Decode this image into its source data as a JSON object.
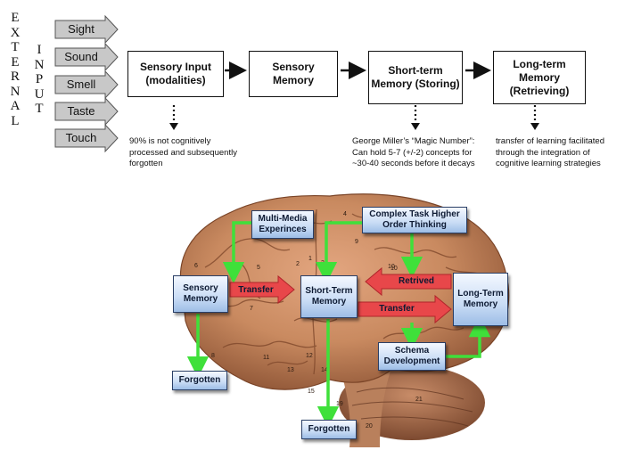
{
  "external_label": "EXTERNAL",
  "input_label": "INPUT",
  "senses": [
    "Sight",
    "Sound",
    "Smell",
    "Taste",
    "Touch"
  ],
  "flow": {
    "sensory_input": "Sensory Input (modalities)",
    "sensory_memory": "Sensory Memory",
    "short_term": "Short-term Memory (Storing)",
    "long_term": "Long-term Memory (Retrieving)"
  },
  "notes": {
    "sensory_input": [
      "90% is not cognitively",
      "processed and subsequently",
      "forgotten"
    ],
    "short_term": [
      "George Miller’s “Magic Number”:",
      "Can hold 5-7 (+/-2) concepts for",
      "~30-40 seconds before it decays"
    ],
    "long_term": [
      "transfer of learning facilitated",
      "through the integration of",
      "cognitive learning strategies"
    ]
  },
  "brain": {
    "multimedia": "Multi-Media Experinces",
    "complex_task": "Complex Task Higher Order Thinking",
    "sensory_memory": "Sensory Memory",
    "short_term": "Short-Term Memory",
    "long_term": "Long-Term Memory",
    "schema": "Schema Development",
    "forgotten_left": "Forgotten",
    "forgotten_bottom": "Forgotten",
    "transfer_left": "Transfer",
    "retrived": "Retrived",
    "transfer_right": "Transfer",
    "region_numbers": [
      "1",
      "2",
      "3",
      "4",
      "5",
      "6",
      "7",
      "8",
      "9",
      "10",
      "11",
      "12",
      "13",
      "14",
      "15",
      "19",
      "20",
      "21"
    ]
  },
  "colors": {
    "green_arrow": "#3fe03a",
    "red_arrow": "#e8474a",
    "brain": "#c98a60",
    "box_border": "#2a3f66"
  }
}
